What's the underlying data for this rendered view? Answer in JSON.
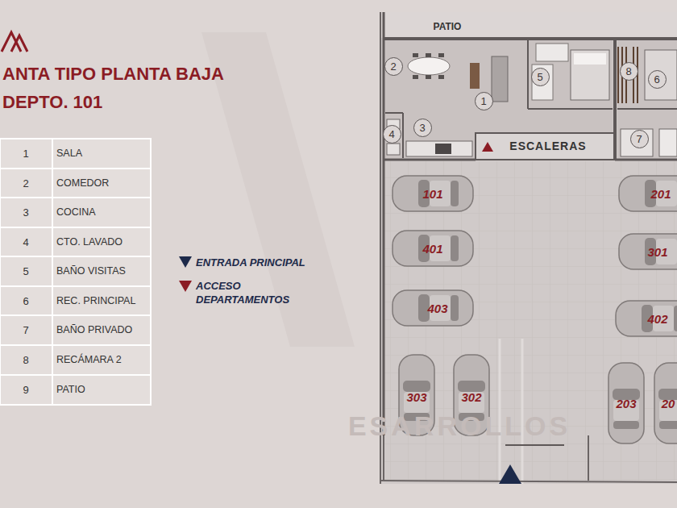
{
  "diagram": {
    "title": "ANTA TIPO PLANTA BAJA",
    "nodes": [
      {
        "text": [
          "2"
        ]
      },
      {
        "text": [
          "1"
        ]
      },
      {
        "text": [
          "5"
        ]
      },
      {
        "text": [
          "8"
        ]
      },
      {
        "text": [
          "6"
        ]
      },
      {
        "text": [
          "3"
        ]
      },
      {
        "text": [
          "4"
        ]
      },
      {
        "text": [
          "7"
        ]
      }
    ],
    "labels": [
      "DEPTO. 101",
      "1",
      "SALA",
      "2",
      "COMEDOR",
      "3",
      "COCINA",
      "4",
      "CTO. LAVADO",
      "5",
      "BAÑO VISITAS",
      "6",
      "REC. PRINCIPAL",
      "7",
      "BAÑO PRIVADO",
      "8",
      "RECÁMARA 2",
      "9",
      "PATIO",
      "PATIO",
      "ESCALERAS",
      "101",
      "401",
      "403",
      "303",
      "302",
      "201",
      "301",
      "402",
      "203",
      "20",
      "ESARROLLOS"
    ],
    "legend": [
      {
        "text": "ENTRADA PRINCIPAL"
      },
      {
        "text": "ACCESO DEPARTAMENTOS"
      }
    ]
  }
}
